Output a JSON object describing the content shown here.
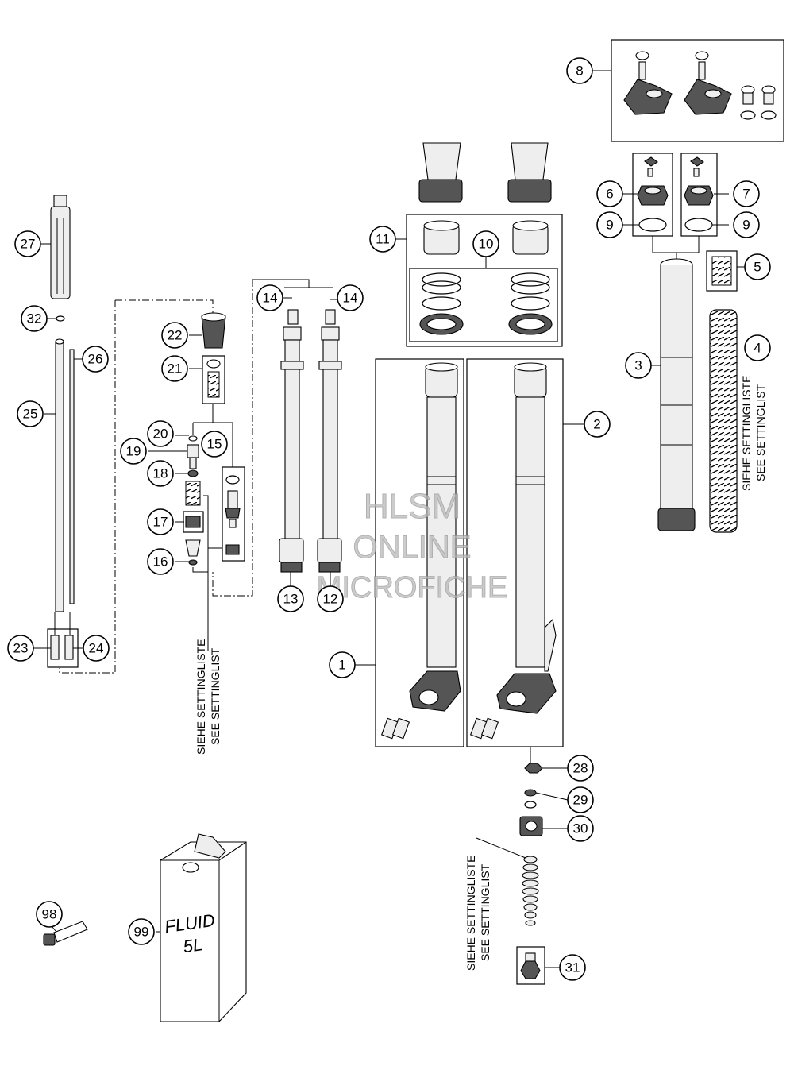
{
  "callouts": [
    {
      "id": "1",
      "label": "1"
    },
    {
      "id": "2",
      "label": "2"
    },
    {
      "id": "3",
      "label": "3"
    },
    {
      "id": "4",
      "label": "4"
    },
    {
      "id": "5",
      "label": "5"
    },
    {
      "id": "6",
      "label": "6"
    },
    {
      "id": "7",
      "label": "7"
    },
    {
      "id": "8",
      "label": "8"
    },
    {
      "id": "9a",
      "label": "9"
    },
    {
      "id": "9b",
      "label": "9"
    },
    {
      "id": "10",
      "label": "10"
    },
    {
      "id": "11",
      "label": "11"
    },
    {
      "id": "12",
      "label": "12"
    },
    {
      "id": "13",
      "label": "13"
    },
    {
      "id": "14a",
      "label": "14"
    },
    {
      "id": "14b",
      "label": "14"
    },
    {
      "id": "15",
      "label": "15"
    },
    {
      "id": "16",
      "label": "16"
    },
    {
      "id": "17",
      "label": "17"
    },
    {
      "id": "18",
      "label": "18"
    },
    {
      "id": "19",
      "label": "19"
    },
    {
      "id": "20",
      "label": "20"
    },
    {
      "id": "21",
      "label": "21"
    },
    {
      "id": "22",
      "label": "22"
    },
    {
      "id": "23",
      "label": "23"
    },
    {
      "id": "24",
      "label": "24"
    },
    {
      "id": "25",
      "label": "25"
    },
    {
      "id": "26",
      "label": "26"
    },
    {
      "id": "27",
      "label": "27"
    },
    {
      "id": "28",
      "label": "28"
    },
    {
      "id": "29",
      "label": "29"
    },
    {
      "id": "30",
      "label": "30"
    },
    {
      "id": "31",
      "label": "31"
    },
    {
      "id": "32",
      "label": "32"
    },
    {
      "id": "98",
      "label": "98"
    },
    {
      "id": "99",
      "label": "99"
    }
  ],
  "notes": {
    "setting_de": "SIEHE SETTINGLISTE",
    "setting_en": "SEE SETTINGLIST"
  },
  "can_label": {
    "line1": "FLUID",
    "line2": "5L"
  },
  "watermark": {
    "line1": "HLSM",
    "line2": "ONLINE",
    "line3": "MICROFICHE"
  }
}
